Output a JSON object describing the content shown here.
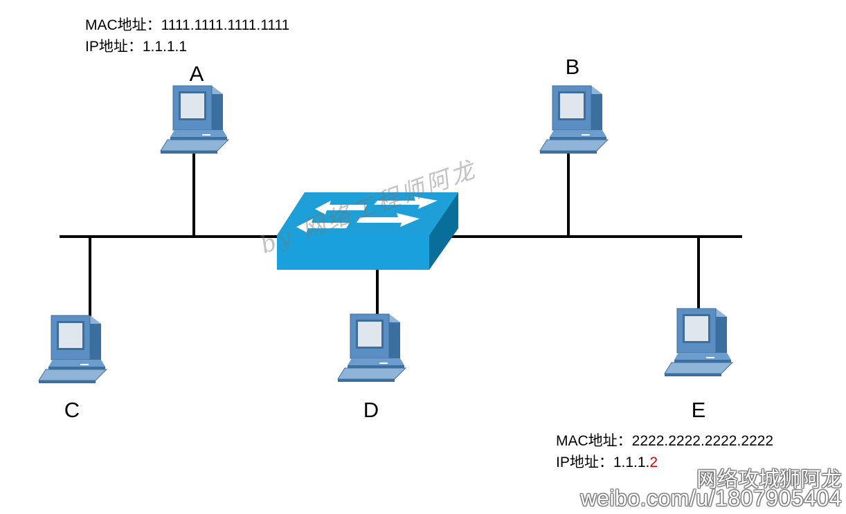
{
  "hosts": {
    "A": {
      "label": "A",
      "mac_label": "MAC地址：",
      "mac": "1111.1111.1111.1111",
      "ip_label": "IP地址：",
      "ip": "1.1.1.1"
    },
    "B": {
      "label": "B"
    },
    "C": {
      "label": "C"
    },
    "D": {
      "label": "D"
    },
    "E": {
      "label": "E",
      "mac_label": "MAC地址：",
      "mac": "2222.2222.2222.2222",
      "ip_label": "IP地址：",
      "ip_prefix": "1.1.1.",
      "ip_last": "2"
    }
  },
  "watermark": "by 网络工程师阿龙",
  "weibo": {
    "name": "网络攻城狮阿龙",
    "url": "weibo.com/u/1807905404"
  },
  "colors": {
    "line": "#000000",
    "switch_top": "#1e9fd8",
    "switch_front": "#1aa0dc",
    "switch_side": "#0a6e9a",
    "pc_body": "#5b8fc4",
    "pc_dark": "#3a6f9f",
    "pc_screen": "#dfe6ee",
    "highlight": "#e00000"
  }
}
